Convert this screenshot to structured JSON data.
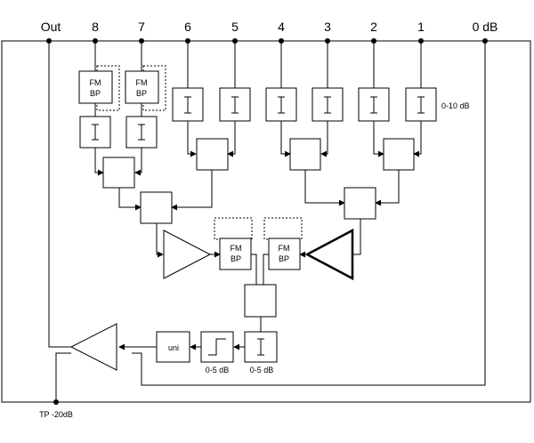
{
  "top_labels": {
    "out": "Out",
    "in8": "8",
    "in7": "7",
    "in6": "6",
    "in5": "5",
    "in4": "4",
    "in3": "3",
    "in2": "2",
    "in1": "1",
    "zero_db": "0 dB"
  },
  "filter": {
    "line1": "FM",
    "line2": "BP"
  },
  "attenuator_range": "0-10 dB",
  "uni_label": "uni",
  "gate_range": "0-5 dB",
  "pot_range": "0-5 dB",
  "test_point": "TP -20dB"
}
